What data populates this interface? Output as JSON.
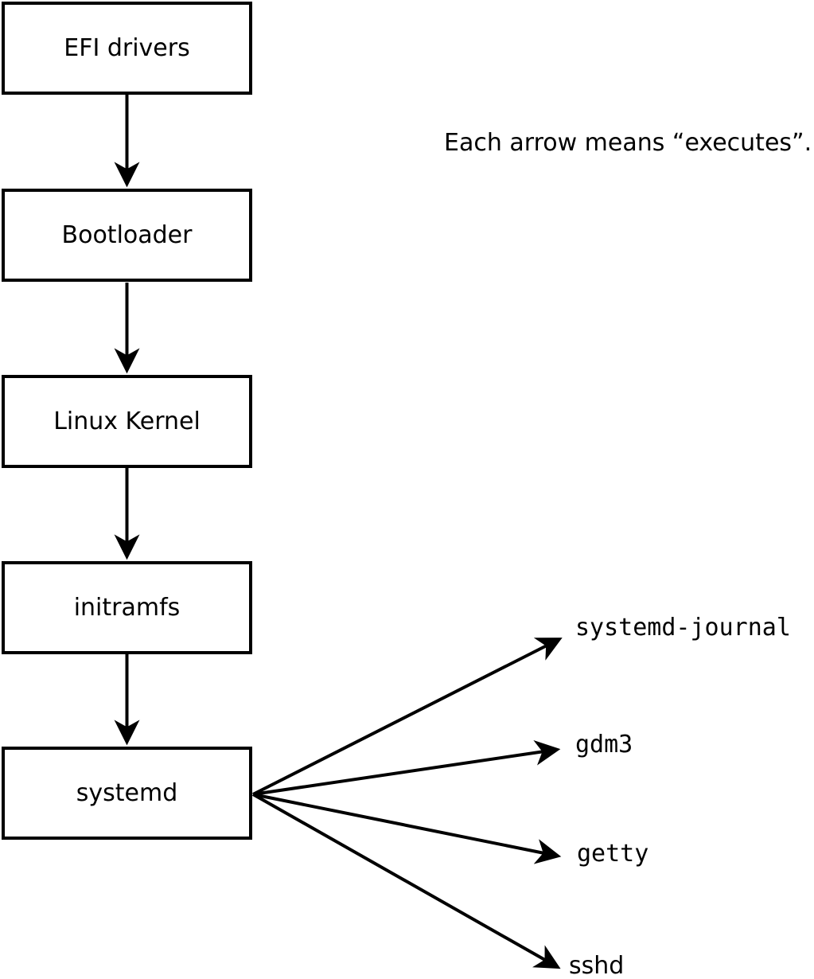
{
  "diagram": {
    "annotation": "Each arrow means “executes”.",
    "boot_chain": [
      {
        "label": "EFI drivers"
      },
      {
        "label": "Bootloader"
      },
      {
        "label": "Linux Kernel"
      },
      {
        "label": "initramfs"
      },
      {
        "label": "systemd"
      }
    ],
    "spawned_processes": [
      {
        "label": "systemd-journal"
      },
      {
        "label": "gdm3"
      },
      {
        "label": "getty"
      },
      {
        "label": "sshd"
      }
    ],
    "colors": {
      "line": "#000000",
      "box_fill": "#ffffff",
      "background": "#ffffff",
      "text": "#000000"
    }
  }
}
